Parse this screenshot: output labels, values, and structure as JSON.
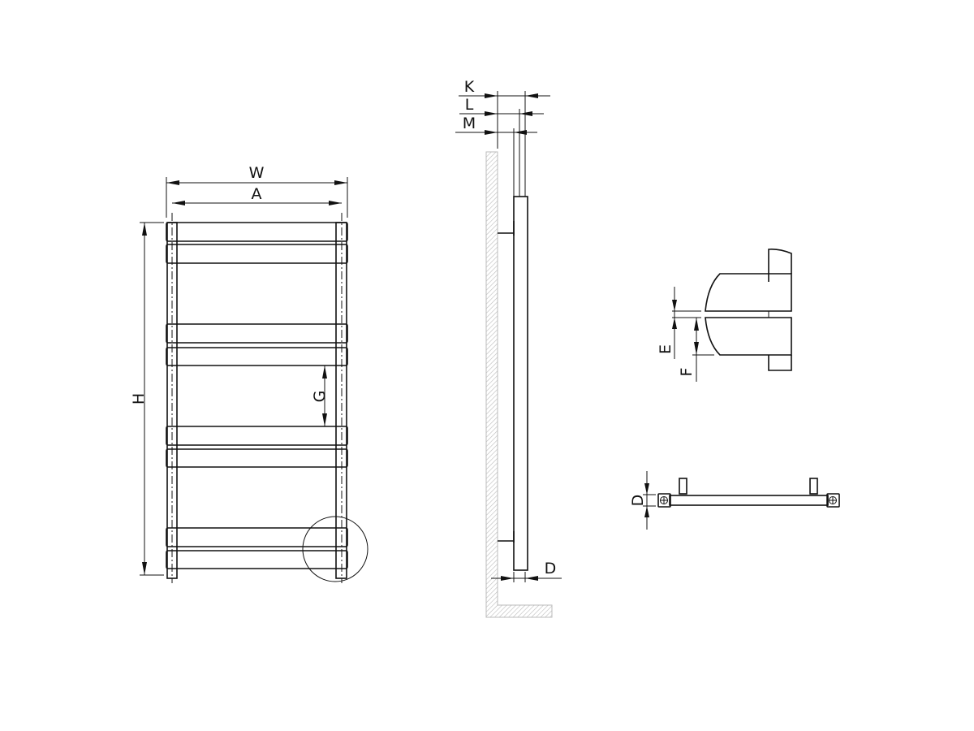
{
  "front_view": {
    "width_label": "W",
    "axis_label": "A",
    "height_label": "H",
    "gap_label": "G"
  },
  "side_view": {
    "k_label": "K",
    "l_label": "L",
    "m_label": "M",
    "depth_label": "D"
  },
  "detail_view": {
    "e_label": "E",
    "f_label": "F"
  },
  "bottom_view": {
    "depth_label": "D"
  },
  "colors": {
    "line": "#111111",
    "wall_hatch": "#bbbbbb"
  }
}
